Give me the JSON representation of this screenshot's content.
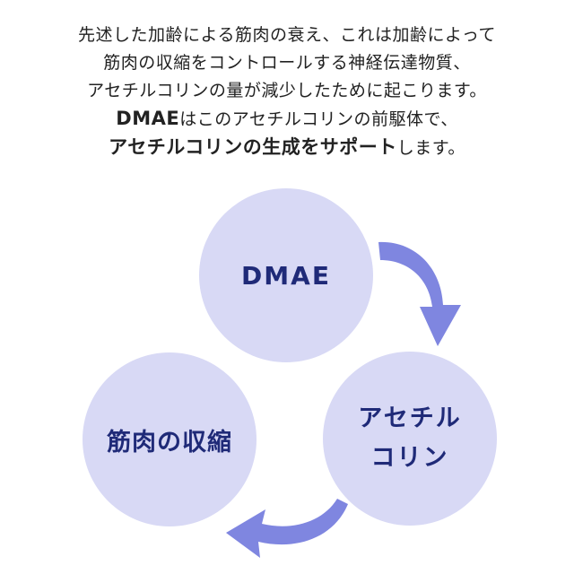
{
  "intro": {
    "line1": "先述した加齢による筋肉の衰え、これは加齢によって",
    "line2": "筋肉の収縮をコントロールする神経伝達物質、",
    "line3": "アセチルコリンの量が減少したために起こります。",
    "line4_bold": "DMAE",
    "line4_rest": "はこのアセチルコリンの前駆体で、",
    "line5_bold": "アセチルコリンの生成をサポート",
    "line5_rest": "します。"
  },
  "cycle": {
    "node_top": "DMAE",
    "node_right_line1": "アセチル",
    "node_right_line2": "コリン",
    "node_left": "筋肉の収縮"
  },
  "colors": {
    "circle_fill": "#d8d9f5",
    "label_text": "#1f2a78",
    "arrow_fill": "#7f86e0"
  }
}
